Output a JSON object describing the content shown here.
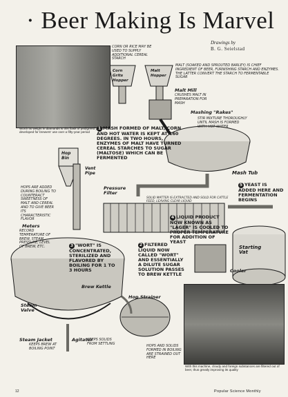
{
  "title": "· Beer Making Is Marvel",
  "byline": {
    "label": "Drawings by",
    "artist": "B. G. Seielstad"
  },
  "photo_captions": {
    "chemist": "Worth its weight in diamonds is this flask of pedigreed yeast developed for brewers' use over a fifty-year period",
    "filter_room": "With this machine, cloudy and foreign substances are filtered out of beer, thus greatly improving its quality"
  },
  "labels": {
    "corn_note": "Corn or rice may be used to supply additional cereal starch",
    "corn_hopper": "Corn\nGrits\nHopper",
    "malt_hopper": "Malt\nHopper",
    "malt_note": "Malt (soaked and sprouted barley) is chief ingredient of beer, furnishing starch and enzymes. The latter convert the starch to fermentable sugar",
    "malt_mill_title": "Malt Mill",
    "malt_mill_text": "Crushes malt in preparation for mash",
    "rakes_title": "Mashing \"Rakes\"",
    "rakes_text": "Stir mixture thoroughly until mash is formed with hot water",
    "mash_tub": "Mash Tub",
    "hop_bin": "Hop\nBin",
    "vent_pipe": "Vent\nPipe",
    "hops_note": "Hops are added during boiling to counteract sweetness of malt and cereal and to give beer its characteristic flavor",
    "meters_title": "Meters",
    "meters_text": "Record temperature of brew, steam pressure, level of brew, etc.",
    "pressure_filter": "Pressure\nFilter",
    "solid_matter": "Solid matter is extracted and sold for cattle feed, leaving clear liquid",
    "starting_vat": "Starting\nVat",
    "cooler": "Cooler",
    "brew_kettle": "Brew Kettle",
    "steam_valve": "Steam\nValve",
    "hop_strainer": "Hop Strainer",
    "steam_jacket_title": "Steam Jacket",
    "steam_jacket_text": "Keeps brew at boiling point",
    "agitator_title": "Agitator",
    "agitator_text": "Keeps solids from settling",
    "hops_solids": "Hops and solids formed in boiling are strained out here"
  },
  "steps": [
    {
      "num": "1",
      "text": "Mash formed of malt, corn and hot water is kept at 160 degrees. In two hours, enzymes of malt have turned cereal starches to sugar (maltose) which can be fermented"
    },
    {
      "num": "2",
      "text": "Filtered liquid now called \"wort\" and essentially a dilute sugar solution passes to brew kettle"
    },
    {
      "num": "3",
      "text": "\"Wort\" is concentrated, sterilized and flavored by boiling for 1 to 3 hours"
    },
    {
      "num": "4",
      "text": "Liquid product now known as \"lager\" is cooled to proper temperature for addition of yeast"
    },
    {
      "num": "5",
      "text": "Yeast is added here and fermentation begins"
    }
  ],
  "footer": {
    "page": "12",
    "magazine": "Popular Science Monthly"
  }
}
